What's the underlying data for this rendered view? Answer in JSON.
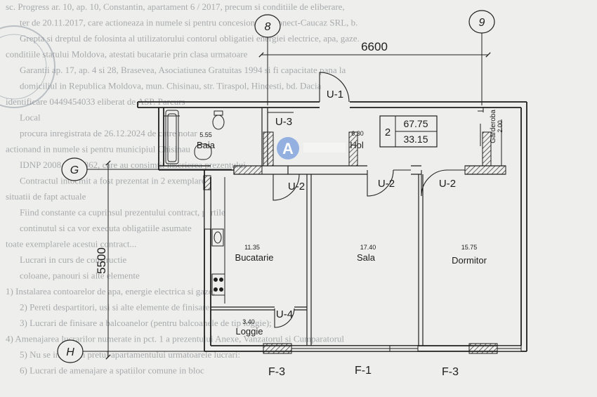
{
  "background_text": [
    "sc. Progress ar. 10, ap. 10, Constantin, apartament 6 / 2017, precum si conditiile de eliberare, ",
    "ter de 20.11.2017, care actioneaza in numele si pentru concesionarul Conect-Caucaz SRL, b.",
    "Grepta si dreptul de folosinta al utilizatorului contorul obligatiei energiei electrice, apa, gaze.",
    "conditiile statului Moldova, atestati bucatarie prin clasa urmatoare",
    "Garantii ap. 17, ap. 4 si 28, Brasevea, Asociatiunea Gratuitas 1994 si fi capacitate pana la",
    "domiciliul in Republica Moldova, mun. Chisinau, str. Tiraspol, Hincesti, bd. Dacia",
    "identificare 0449454033 eliberat de ASP. Parcurs",
    "Local",
    "procura inregistrata de 26.12.2024 de catre notar",
    "actionand in numele si pentru municipiul Chisinau",
    "IDNP 2008... 185862, care au consimtit inscrierea prezentului",
    "Contractul intocmit a fost prezentat in 2 exemplare",
    "situatii de fapt actuale",
    "Fiind constante ca cuprinsul prezentului contract, partile",
    "continutul si ca vor executa obligatiile asumate",
    "toate exemplarele acestui contract...",
    "Lucrari in curs de constructie",
    "coloane, panouri si alte elemente",
    "1) Instalarea contoarelor de apa, energie electrica si gaze;",
    "2) Pereti despartitori, usi si alte elemente de finisare;",
    "3) Lucrari de finisare a balcoanelor (pentru balcoanele de tip loggie);",
    "4) Amenajarea lucrarilor numerate in pct. 1 a prezentului Anexe, Vanzatorul si Cumparatorul",
    "5) Nu se includ in pretul apartamentului urmatoarele lucrari:",
    "6) Lucrari de amenajare a spatiilor comune in bloc"
  ],
  "axes": {
    "col_left": "8",
    "col_right": "9",
    "row_top": "G",
    "row_bottom": "H"
  },
  "dimensions": {
    "width": "6600",
    "depth": "5500"
  },
  "summary": {
    "rooms": "2",
    "total_area": "67.75",
    "living_area": "33.15"
  },
  "rooms": [
    {
      "area": "5.55",
      "name": "Baia"
    },
    {
      "area": "6.30",
      "name": "Hol"
    },
    {
      "area": "11.35",
      "name": "Bucatarie"
    },
    {
      "area": "17.40",
      "name": "Sala"
    },
    {
      "area": "15.75",
      "name": "Dormitor"
    },
    {
      "area": "3.40",
      "name": "Loggie"
    },
    {
      "area": "2.00",
      "name": "Garderoba"
    }
  ],
  "doors": [
    "U-1",
    "U-3",
    "U-2",
    "U-2",
    "U-2",
    "U-4"
  ],
  "windows": [
    "F-3",
    "F-1",
    "F-3"
  ],
  "watermark_letter": "A",
  "colors": {
    "paper": "#eeefec",
    "line": "#1f1f1f",
    "hatch": "#2a2a2a",
    "stamp": "#7d8695",
    "watermark": "#4a7bd8"
  }
}
